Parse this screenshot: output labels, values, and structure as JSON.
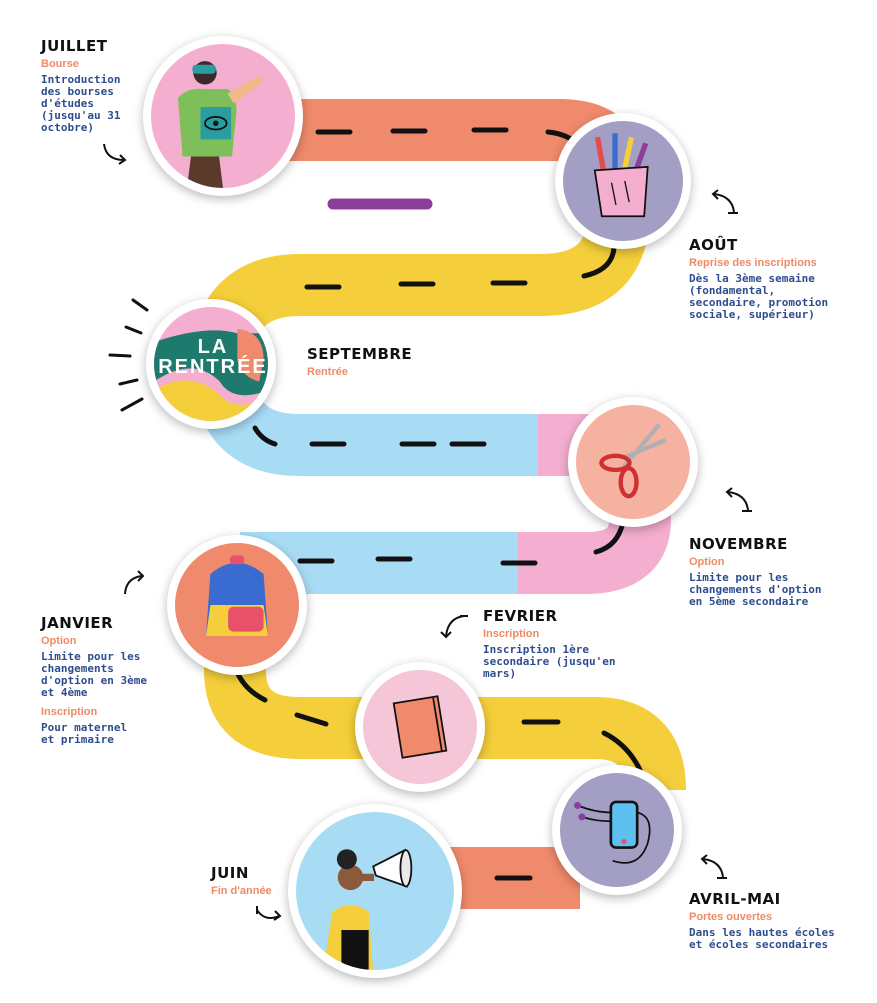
{
  "colors": {
    "salmon": "#f08a6c",
    "lavender": "#a39ec3",
    "yellow": "#f4cf3b",
    "pink": "#f4aed0",
    "sky": "#a8dcf5",
    "purple": "#8b3f9b",
    "label_orange": "#ef8a66",
    "label_blue": "#2e4d8e"
  },
  "months": {
    "juillet": {
      "name": "JUILLET",
      "category": "Bourse",
      "description": "Introduction\ndes bourses\nd'études\n(jusqu'au 31\noctobre)",
      "icon": "pointing-student-icon"
    },
    "aout": {
      "name": "AOÛT",
      "category": "Reprise des inscriptions",
      "description": "Dès la 3ème semaine\n(fondamental,\nsecondaire, promotion\nsociale, supérieur)",
      "icon": "pencil-cup-icon"
    },
    "septembre": {
      "name": "SEPTEMBRE",
      "category": "Rentrée",
      "badge": "LA\nRENTRÉE",
      "icon": "la-rentree-badge-icon"
    },
    "novembre": {
      "name": "NOVEMBRE",
      "category": "Option",
      "description": "Limite pour les\nchangements d'option\nen 5ème secondaire",
      "icon": "scissors-icon"
    },
    "janvier": {
      "name": "JANVIER",
      "category": "Option",
      "description": "Limite pour les\nchangements\nd'option en 3ème\net 4ème",
      "category2": "Inscription",
      "description2": "Pour maternel\net primaire",
      "icon": "backpack-icon"
    },
    "fevrier": {
      "name": "FEVRIER",
      "category": "Inscription",
      "description": "Inscription 1ère\nsecondaire (jusqu'en\nmars)",
      "icon": "notebook-icon"
    },
    "avril_mai": {
      "name": "AVRIL-MAI",
      "category": "Portes ouvertes",
      "description": "Dans les hautes écoles\net écoles secondaires",
      "icon": "phone-earphones-icon"
    },
    "juin": {
      "name": "JUIN",
      "category": "Fin d'année",
      "icon": "megaphone-student-icon"
    }
  }
}
